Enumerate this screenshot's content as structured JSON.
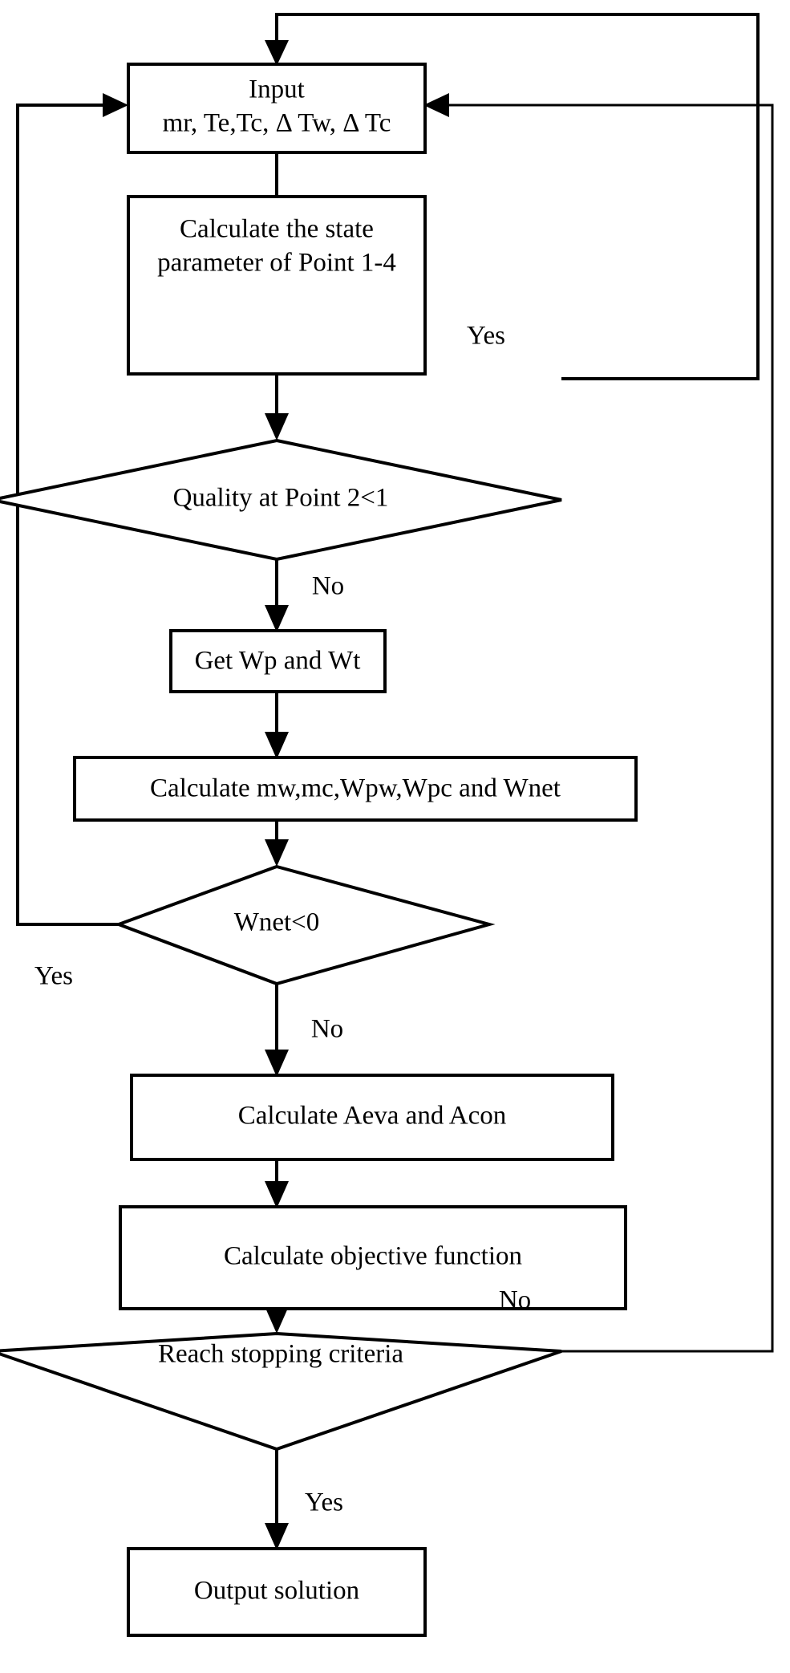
{
  "diagram": {
    "title": "Optimization algorithm flowchart",
    "colors": {
      "stroke": "#000000",
      "fill": "#ffffff",
      "text": "#000000"
    },
    "nodes": {
      "input": {
        "type": "process",
        "line1": "Input",
        "line2": "mr, Te,Tc, Δ Tw, Δ Tc"
      },
      "state_param": {
        "type": "process",
        "line1": "Calculate the state",
        "line2": "parameter of Point 1-4"
      },
      "quality_check": {
        "type": "decision",
        "label": "Quality at Point 2<1"
      },
      "get_work": {
        "type": "process",
        "label": "Get Wp and Wt"
      },
      "calc_mass_work": {
        "type": "process",
        "label": "Calculate mw,mc,Wpw,Wpc and Wnet"
      },
      "wnet_check": {
        "type": "decision",
        "label": "Wnet<0"
      },
      "calc_area": {
        "type": "process",
        "label": "Calculate Aeva and Acon"
      },
      "calc_objective": {
        "type": "process",
        "label": "Calculate objective function"
      },
      "stopping_check": {
        "type": "decision",
        "label": "Reach stopping criteria"
      },
      "output": {
        "type": "terminal",
        "label": "Output solution"
      }
    },
    "edge_labels": {
      "quality_yes": "Yes",
      "quality_no": "No",
      "wnet_yes": "Yes",
      "wnet_no": "No",
      "stopping_no": "No",
      "stopping_yes": "Yes"
    }
  }
}
